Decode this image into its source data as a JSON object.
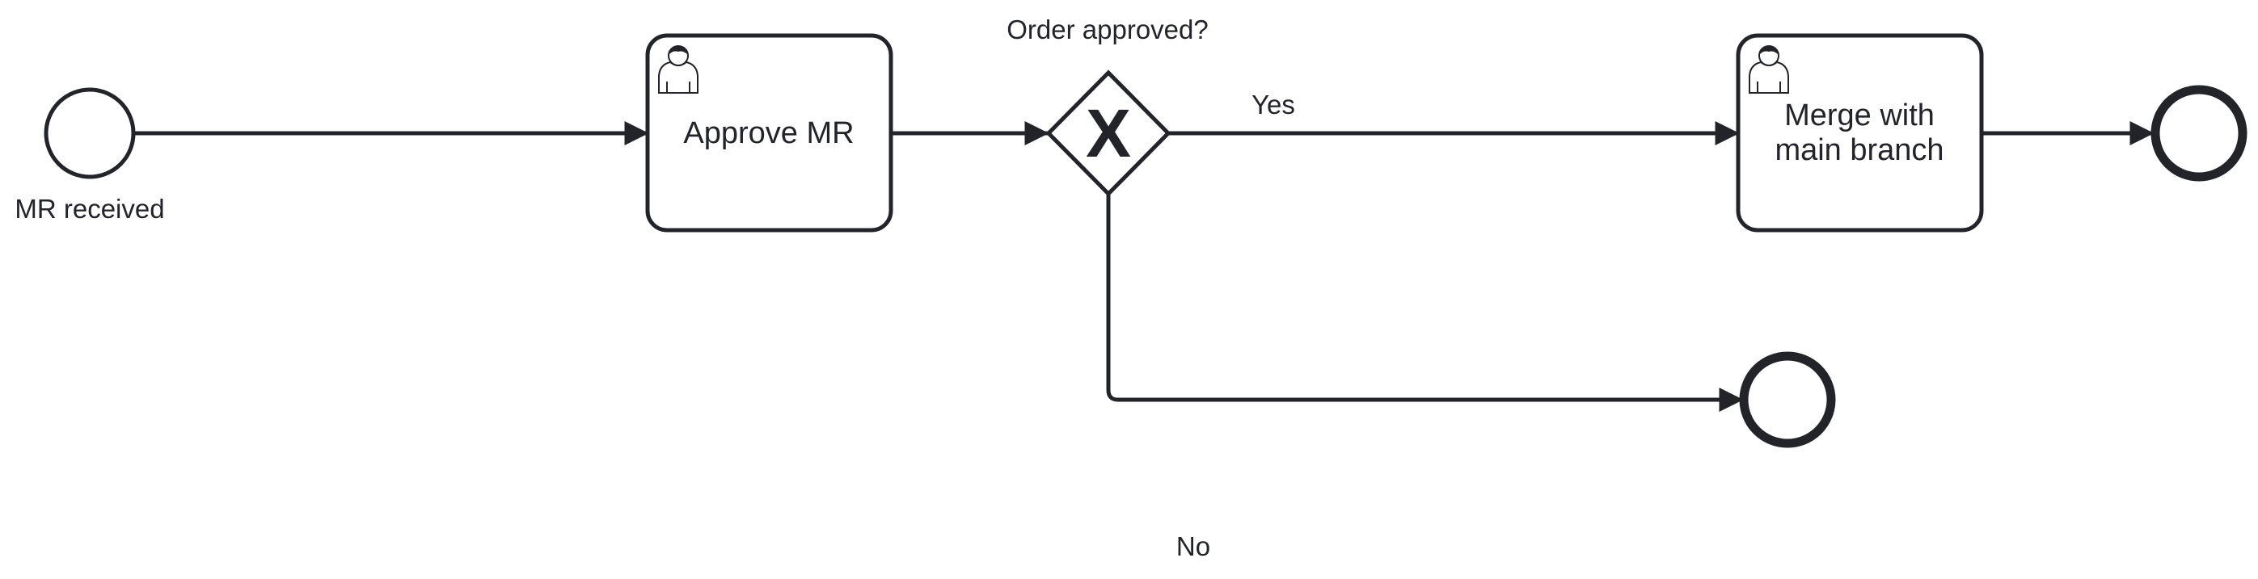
{
  "diagram": {
    "type": "bpmn-process",
    "colors": {
      "stroke": "#22242a",
      "fill": "#ffffff"
    },
    "start_event": {
      "label": "MR received"
    },
    "task_approve": {
      "label": "Approve MR",
      "icon": "user-icon"
    },
    "gateway": {
      "label": "Order approved?",
      "marker": "X",
      "icon": "exclusive-gateway-icon"
    },
    "flow_yes": {
      "label": "Yes"
    },
    "flow_no": {
      "label": "No"
    },
    "task_merge": {
      "label_line1": "Merge with",
      "label_line2": "main branch",
      "icon": "user-icon"
    },
    "end_event_main": {
      "label": ""
    },
    "end_event_rejected": {
      "label": ""
    }
  }
}
